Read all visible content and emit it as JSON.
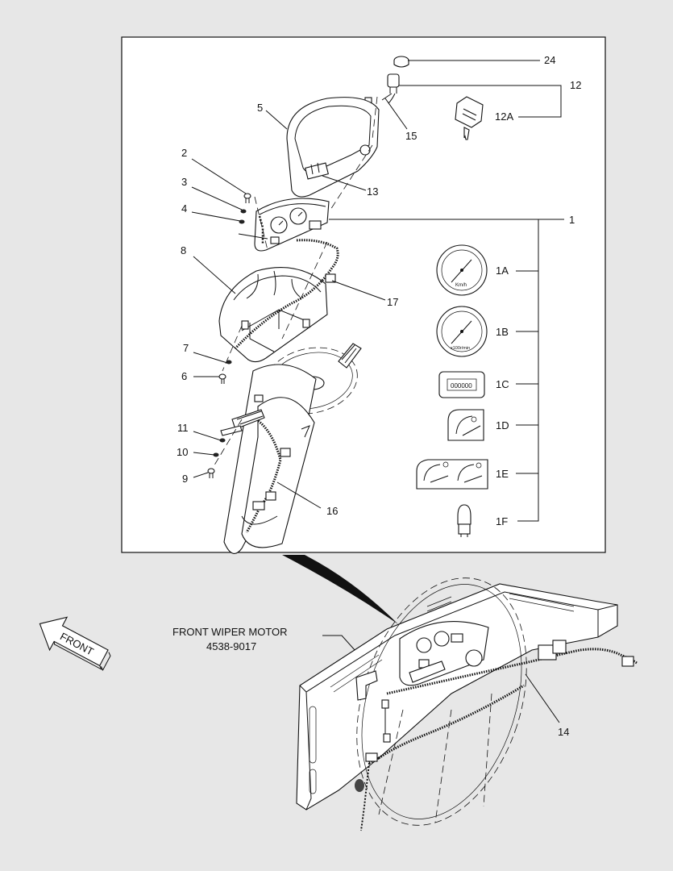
{
  "callouts": {
    "c24": "24",
    "c12": "12",
    "c12a": "12A",
    "c15": "15",
    "c5": "5",
    "c2": "2",
    "c3": "3",
    "c4": "4",
    "c13": "13",
    "c1": "1",
    "c8": "8",
    "c17": "17",
    "c1a": "1A",
    "c1b": "1B",
    "c7": "7",
    "c6": "6",
    "c1c": "1C",
    "c11": "11",
    "c1d": "1D",
    "c10": "10",
    "c9": "9",
    "c1e": "1E",
    "c16": "16",
    "c1f": "1F",
    "c14": "14"
  },
  "gauge_labels": {
    "speed_unit": "Km/h",
    "rpm_unit": "x100r/min",
    "hour_meter": "000000"
  },
  "front_arrow": "FRONT",
  "wiper_label_line1": "FRONT WIPER MOTOR",
  "wiper_label_line2": "4538-9017"
}
